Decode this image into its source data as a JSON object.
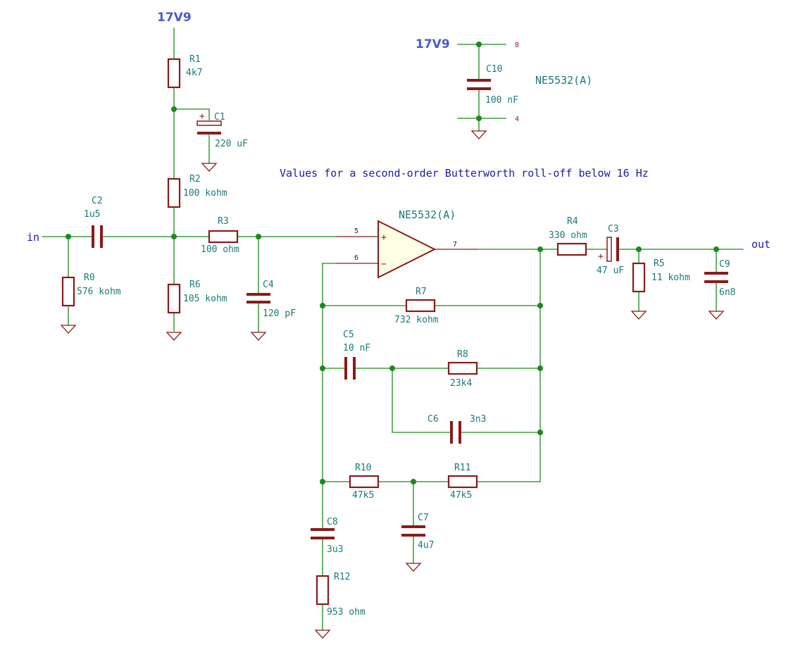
{
  "rails": {
    "top": "17V9",
    "decoupling": "17V9"
  },
  "ports": {
    "input": "in",
    "output": "out"
  },
  "note": "Values for a second-order Butterworth roll-off below 16 Hz",
  "opamp": {
    "ref": "NE5532(A)",
    "pin_noninv": "5",
    "pin_inv": "6",
    "pin_out": "7",
    "plus_sign": "+",
    "minus_sign": "−"
  },
  "power_unit": {
    "ref": "NE5532(A)",
    "pin_vcc": "8",
    "pin_gnd": "4"
  },
  "components": {
    "R0": {
      "ref": "R0",
      "value": "576 kohm"
    },
    "R1": {
      "ref": "R1",
      "value": "4k7"
    },
    "R2": {
      "ref": "R2",
      "value": "100 kohm"
    },
    "R3": {
      "ref": "R3",
      "value": "100 ohm"
    },
    "R4": {
      "ref": "R4",
      "value": "330 ohm"
    },
    "R5": {
      "ref": "R5",
      "value": "11 kohm"
    },
    "R6": {
      "ref": "R6",
      "value": "105 kohm"
    },
    "R7": {
      "ref": "R7",
      "value": "732 kohm"
    },
    "R8": {
      "ref": "R8",
      "value": "23k4"
    },
    "R10": {
      "ref": "R10",
      "value": "47k5"
    },
    "R11": {
      "ref": "R11",
      "value": "47k5"
    },
    "R12": {
      "ref": "R12",
      "value": "953 ohm"
    },
    "C1": {
      "ref": "C1",
      "value": "220 uF"
    },
    "C2": {
      "ref": "C2",
      "value": "1u5"
    },
    "C3": {
      "ref": "C3",
      "value": "47 uF"
    },
    "C4": {
      "ref": "C4",
      "value": "120 pF"
    },
    "C5": {
      "ref": "C5",
      "value": "10 nF"
    },
    "C6": {
      "ref": "C6",
      "value": "3n3"
    },
    "C7": {
      "ref": "C7",
      "value": "4u7"
    },
    "C8": {
      "ref": "C8",
      "value": "3u3"
    },
    "C9": {
      "ref": "C9",
      "value": "6n8"
    },
    "C10": {
      "ref": "C10",
      "value": "100 nF"
    }
  },
  "polarity_plus": "+"
}
